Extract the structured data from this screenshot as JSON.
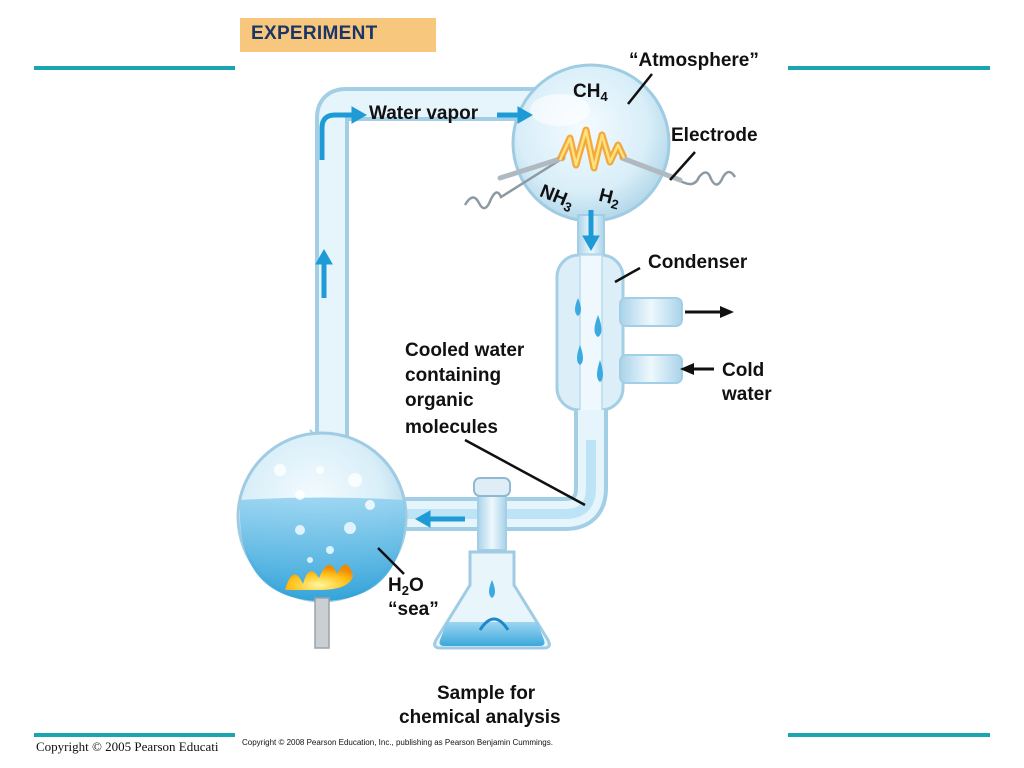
{
  "header": {
    "tag": "EXPERIMENT",
    "accent_color": "#1aa5b0",
    "tag_color": "#f7c77e"
  },
  "labels": {
    "atmosphere": "“Atmosphere”",
    "ch4_main": "CH",
    "ch4_sub": "4",
    "electrode": "Electrode",
    "water_vapor": "Water vapor",
    "nh3_main": "NH",
    "nh3_sub": "3",
    "h2_main": "H",
    "h2_sub": "2",
    "condenser": "Condenser",
    "cooled_line1": "Cooled water",
    "cooled_line2": "containing",
    "cooled_line3": "organic",
    "cooled_line4": "molecules",
    "cold_line1": "Cold",
    "cold_line2": "water",
    "h2o_main": "H",
    "h2o_sub": "2",
    "h2o_end": "O",
    "sea": "“sea”",
    "sample_line1": "Sample for",
    "sample_line2": "chemical analysis"
  },
  "footer": {
    "copyright_main": "Copyright © 2005 Pearson Educati",
    "copyright_image": "Copyright © 2008 Pearson Education, Inc., publishing as Pearson Benjamin Cummings."
  }
}
